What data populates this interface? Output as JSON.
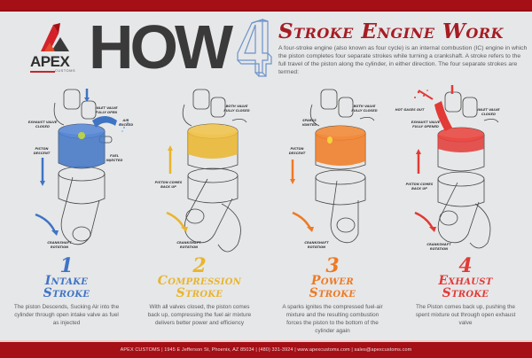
{
  "header": {
    "brand": "APEX",
    "brand_sub": "CUSTOMS",
    "how": "HOW",
    "four_glyph": "4",
    "title": "Stroke Engine Work",
    "intro": "A four-stroke engine (also known as four cycle) is an internal combustion (IC) engine in which the piston completes four separate strokes while turning a crankshaft. A stroke refers to the full travel of the piston along the cylinder, in either direction. The four separate strokes are termed:"
  },
  "colors": {
    "brand_red": "#a50f16",
    "intake": "#3f74c4",
    "compression": "#e9b52c",
    "power": "#ee7a22",
    "exhaust": "#e23a36",
    "background": "#e6e7e9"
  },
  "strokes": [
    {
      "number": "1",
      "name_line1": "Intake",
      "name_line2": "Stroke",
      "description": "The piston Descends, Sucking Air into the cylinder through open intake valve as fuel as injected",
      "labels": {
        "exhaust_valve": "Exhaust Valve Closed",
        "inlet_valve": "Inlet Valve Fully Open",
        "air": "Air Sucked",
        "piston": "Piston Descent",
        "fuel": "Fuel Injected",
        "crank": "Crankshaft Rotation"
      }
    },
    {
      "number": "2",
      "name_line1": "Compression",
      "name_line2": "Stroke",
      "description": "With all valves closed, the piston comes back up, compressing the fuel air mixture delivers better power and efficiency",
      "labels": {
        "valves": "Both Valve Fully Closed",
        "piston": "Piston Comes Back Up",
        "crank": "Crankshaft Rotation"
      }
    },
    {
      "number": "3",
      "name_line1": "Power",
      "name_line2": "Stroke",
      "description": "A sparks ignites the compressed fuel-air mixture and the resulting combustion forces the piston to the bottom of the cylinder again",
      "labels": {
        "spark": "Sparks Ignited",
        "valves": "Both Valve Fully Closed",
        "piston": "Piston Descent",
        "crank": "Crankshaft Rotation"
      }
    },
    {
      "number": "4",
      "name_line1": "Exhaust",
      "name_line2": "Stroke",
      "description": "The Piston comes back up, pushing the spent mixture out through open exhaust valve",
      "labels": {
        "gases": "Hot Gases Out",
        "exhaust_valve": "Exhaust Valve Fully Opened",
        "inlet_valve": "Inlet Valve Closed",
        "piston": "Piston Comes Back Up",
        "crank": "Crankshaft Rotation"
      }
    }
  ],
  "footer": {
    "text": "APEX CUSTOMS | 1945 E Jefferson St, Phoenix, AZ 85034 | (480) 331-3924 | www.apexcustoms.com | sales@apexcustoms.com"
  }
}
